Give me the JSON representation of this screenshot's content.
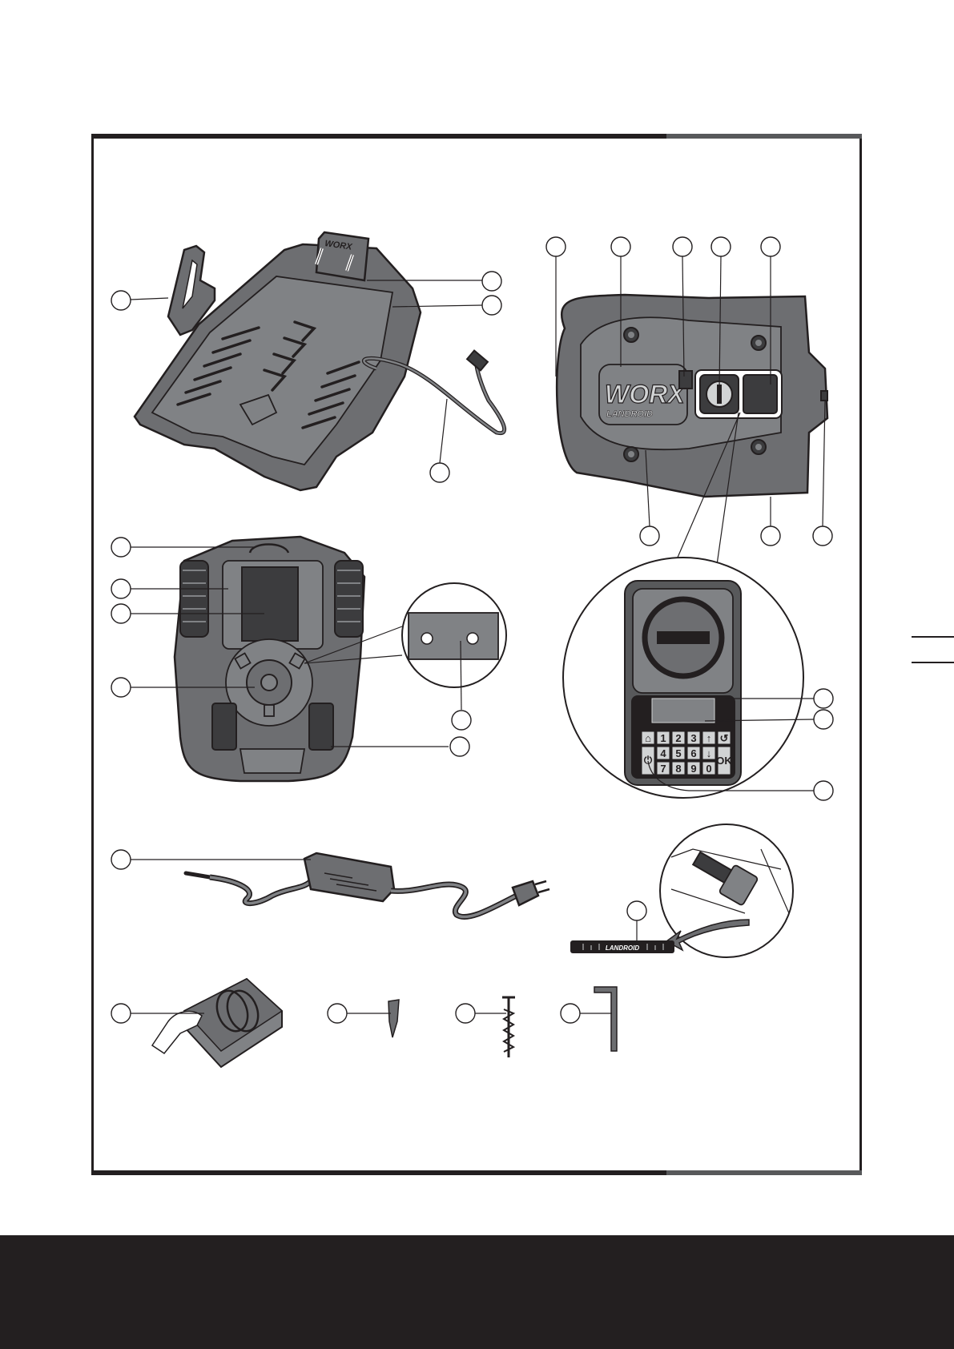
{
  "brand": {
    "logo_text": "WORX",
    "sub_logo_text": "LANDROID",
    "ruler_logo_text": "LANDROID"
  },
  "keypad": {
    "keys": [
      "1",
      "2",
      "3",
      "4",
      "5",
      "6",
      "7",
      "8",
      "9",
      "0"
    ],
    "ok_label": "OK"
  },
  "icons": [
    "home-icon",
    "up-arrow-icon",
    "back-icon",
    "down-arrow-icon",
    "power-icon"
  ]
}
